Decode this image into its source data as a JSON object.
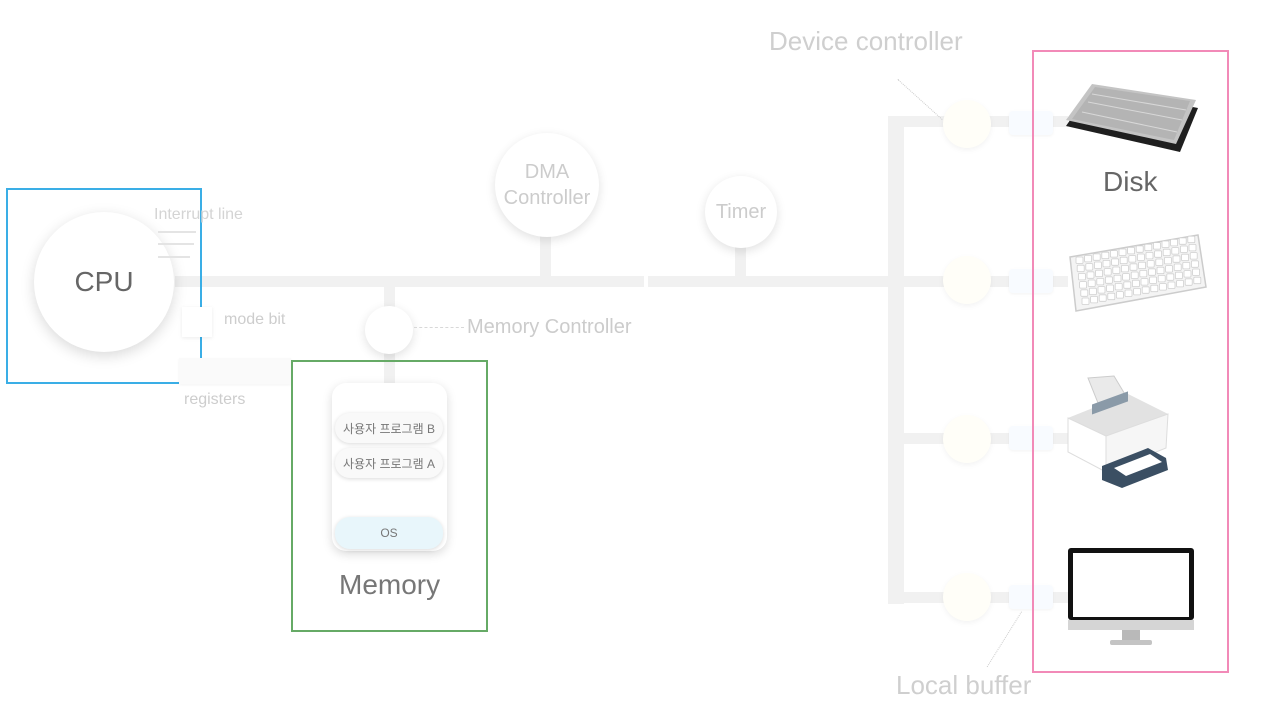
{
  "cpu": {
    "label": "CPU",
    "interrupt_line": "Interrupt line",
    "mode_bit": "mode bit",
    "registers": "registers"
  },
  "dma": {
    "label_line1": "DMA",
    "label_line2": "Controller"
  },
  "timer": {
    "label": "Timer"
  },
  "memory_controller": {
    "label": "Memory Controller"
  },
  "memory": {
    "title": "Memory",
    "programs": [
      "사용자 프로그램 B",
      "사용자 프로그램 A"
    ],
    "os": "OS"
  },
  "device_controller": {
    "label": "Device controller"
  },
  "local_buffer": {
    "label": "Local buffer"
  },
  "devices": {
    "disk_label": "Disk",
    "items": [
      "disk",
      "keyboard",
      "printer",
      "monitor"
    ]
  },
  "colors": {
    "cpu_box": "#3aaee6",
    "memory_box": "#66aa66",
    "device_box": "#f28ab8",
    "bus": "#f1f1f1",
    "faint_text": "#d4d4d4"
  }
}
